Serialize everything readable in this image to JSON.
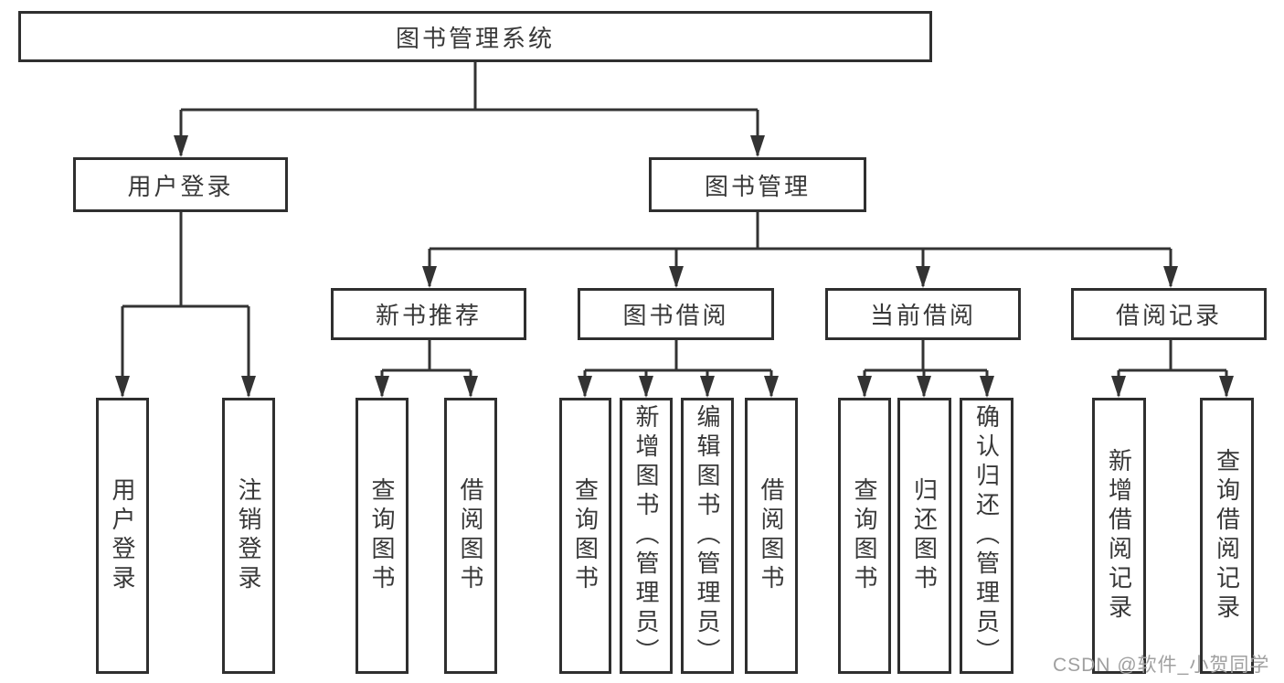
{
  "tree": {
    "label": "图书管理系统",
    "children": [
      {
        "label": "用户登录",
        "children": [
          {
            "label": "用户登录"
          },
          {
            "label": "注销登录"
          }
        ]
      },
      {
        "label": "图书管理",
        "children": [
          {
            "label": "新书推荐",
            "children": [
              {
                "label": "查询图书"
              },
              {
                "label": "借阅图书"
              }
            ]
          },
          {
            "label": "图书借阅",
            "children": [
              {
                "label": "查询图书"
              },
              {
                "label": "新增图书（管理员）"
              },
              {
                "label": "编辑图书（管理员）"
              },
              {
                "label": "借阅图书"
              }
            ]
          },
          {
            "label": "当前借阅",
            "children": [
              {
                "label": "查询图书"
              },
              {
                "label": "归还图书"
              },
              {
                "label": "确认归还（管理员）"
              }
            ]
          },
          {
            "label": "借阅记录",
            "children": [
              {
                "label": "新增借阅记录"
              },
              {
                "label": "查询借阅记录"
              }
            ]
          }
        ]
      }
    ]
  },
  "watermark": {
    "text": "CSDN @软件_小贺同学"
  },
  "colors": {
    "background": "#ffffff",
    "line": "#333333",
    "box_border": "#2f2f2f",
    "box_fill": "#ffffff",
    "text": "#383838",
    "watermark": "#a0a0a0"
  }
}
